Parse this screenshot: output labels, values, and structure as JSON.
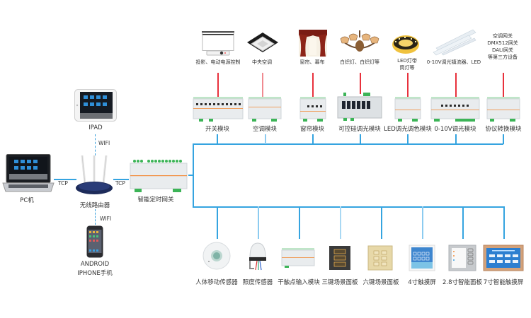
{
  "colors": {
    "bus_line": "#35a4e0",
    "load_line": "#e8313c",
    "module_body": "#e9ecee",
    "terminal_green": "#3cb457",
    "module_stripe": "#f28c3a"
  },
  "left_side": {
    "ipad": {
      "label": "IPAD",
      "icon": "tablet-icon"
    },
    "pc": {
      "label": "PC机",
      "icon": "laptop-icon"
    },
    "router": {
      "label": "无线路由器",
      "icon": "wifi-router-icon"
    },
    "phone": {
      "label_line1": "ANDROID",
      "label_line2": "IPHONE手机",
      "icon": "smartphone-icon"
    },
    "gateway": {
      "label": "智能定时网关",
      "icon": "din-rail-gateway-icon"
    },
    "links": {
      "ipad_router": "WIFI",
      "phone_router": "WIFI",
      "pc_router": "TCP",
      "router_gateway": "TCP"
    }
  },
  "loads": [
    {
      "label": "投影、电动电源控制",
      "icon": "projector-screen-icon"
    },
    {
      "label": "中央空调",
      "icon": "ceiling-ac-icon"
    },
    {
      "label": "窗帘、幕布",
      "icon": "curtain-icon"
    },
    {
      "label": "白炽灯、白炽灯等",
      "icon": "chandelier-icon"
    },
    {
      "label_line1": "LED灯带",
      "label_line2": "筒灯等",
      "icon": "led-strip-icon"
    },
    {
      "label": "0-10V调光镇流器、LED",
      "icon": "fluorescent-tube-icon"
    },
    {
      "lines": [
        "空调网关",
        "DMX512网关",
        "DALI网关",
        "等第三方设备"
      ],
      "icon": "none"
    }
  ],
  "modules": [
    {
      "label": "开关模块",
      "icon": "switch-module-icon"
    },
    {
      "label": "空调模块",
      "icon": "ac-module-icon"
    },
    {
      "label": "窗帘模块",
      "icon": "curtain-module-icon"
    },
    {
      "label": "可控硅调光模块",
      "icon": "scr-dimmer-module-icon"
    },
    {
      "label": "LED调光调色模块",
      "icon": "led-dimmer-module-icon"
    },
    {
      "label": "0-10V调光模块",
      "icon": "dimmer-0-10v-module-icon"
    },
    {
      "label": "协议转换模块",
      "icon": "protocol-converter-module-icon"
    }
  ],
  "devices": [
    {
      "label": "人体移动传感器",
      "icon": "motion-sensor-icon"
    },
    {
      "label": "照度传感器",
      "icon": "light-sensor-icon"
    },
    {
      "label": "干触点输入模块",
      "icon": "dry-contact-module-icon"
    },
    {
      "label": "三键场景面板",
      "icon": "three-key-panel-icon"
    },
    {
      "label": "六键场景面板",
      "icon": "six-key-panel-icon"
    },
    {
      "label": "4寸触摸屏",
      "icon": "touchscreen-4in-icon"
    },
    {
      "label": "2.8寸智能面板",
      "icon": "smart-panel-2-8in-icon"
    },
    {
      "label": "7寸智能触摸屏",
      "icon": "touchscreen-7in-icon"
    }
  ]
}
